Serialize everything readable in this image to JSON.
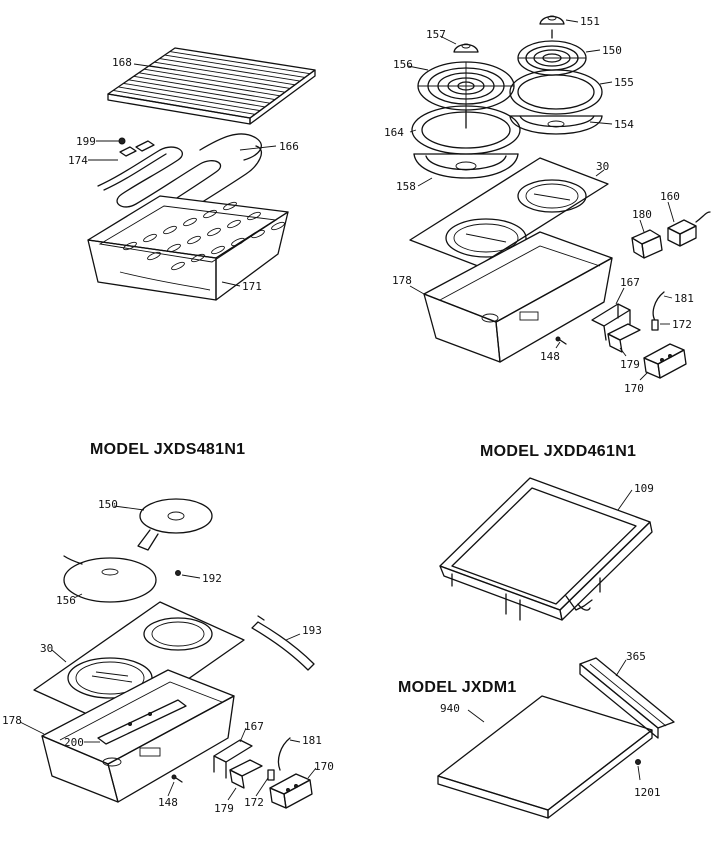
{
  "models": [
    {
      "id": "jxds481n1",
      "title": "MODEL JXDS481N1"
    },
    {
      "id": "jxdd461n1",
      "title": "MODEL JXDD461N1"
    },
    {
      "id": "jxdm1",
      "title": "MODEL JXDM1"
    }
  ],
  "callouts": {
    "grill_module": [
      "168",
      "199",
      "174",
      "166",
      "171"
    ],
    "coil_module": [
      "157",
      "151",
      "156",
      "150",
      "155",
      "164",
      "154",
      "158",
      "30",
      "180",
      "160",
      "178",
      "167",
      "181",
      "172",
      "148",
      "179",
      "170"
    ],
    "jxds481n1": [
      "150",
      "156",
      "192",
      "30",
      "193",
      "178",
      "167",
      "200",
      "181",
      "170",
      "148",
      "179",
      "172"
    ],
    "jxdd461n1": [
      "109"
    ],
    "jxdm1": [
      "365",
      "940",
      "1201"
    ]
  }
}
